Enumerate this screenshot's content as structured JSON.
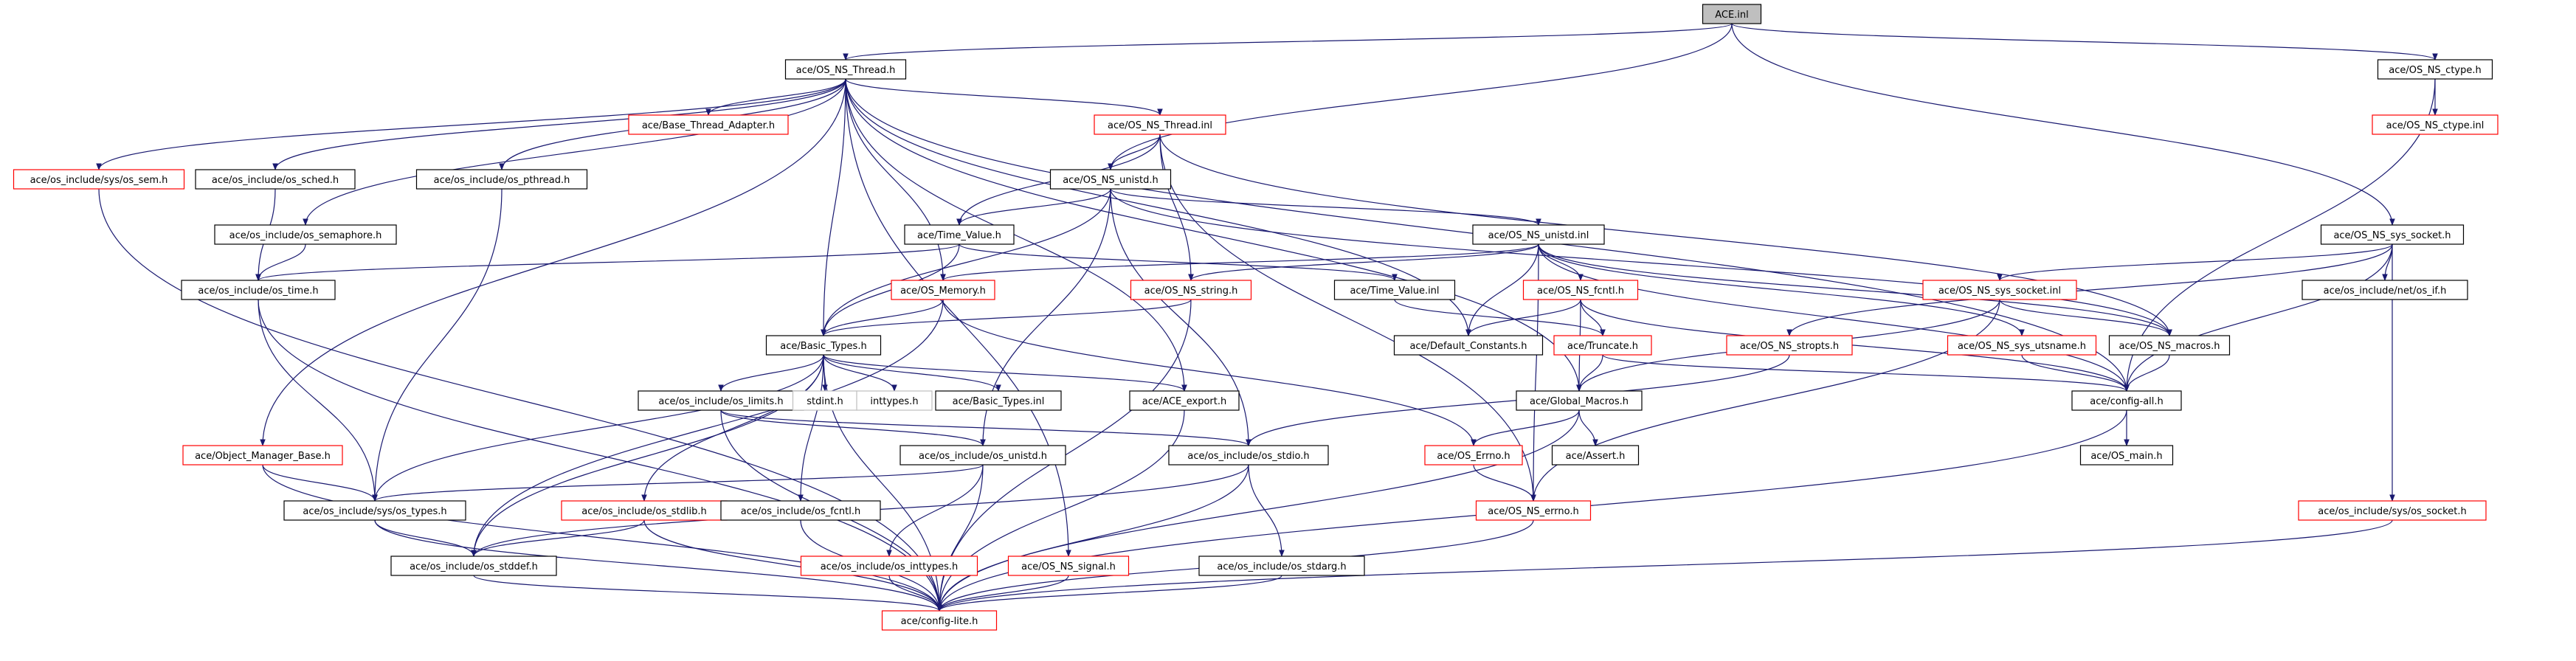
{
  "graph": {
    "root": "ace/ACE.inl",
    "colors": {
      "edge": "#191970",
      "node_border": "#000000",
      "missing_border": "#ff0000",
      "external_border": "#bfbfbf",
      "text": "#000000",
      "root_fill": "#bfbfbf",
      "fill": "#ffffff"
    },
    "nodes": [
      {
        "id": "ace_inl",
        "label": "ACE.inl",
        "kind": "root"
      },
      {
        "id": "thread_h",
        "label": "ace/OS_NS_Thread.h",
        "kind": "normal"
      },
      {
        "id": "ctype_h",
        "label": "ace/OS_NS_ctype.h",
        "kind": "normal"
      },
      {
        "id": "ctype_inl",
        "label": "ace/OS_NS_ctype.inl",
        "kind": "missing"
      },
      {
        "id": "base_thread",
        "label": "ace/Base_Thread_Adapter.h",
        "kind": "missing"
      },
      {
        "id": "thread_inl",
        "label": "ace/OS_NS_Thread.inl",
        "kind": "missing"
      },
      {
        "id": "sys_os_sem",
        "label": "ace/os_include/sys/os_sem.h",
        "kind": "missing"
      },
      {
        "id": "os_sched",
        "label": "ace/os_include/os_sched.h",
        "kind": "normal"
      },
      {
        "id": "os_pthread",
        "label": "ace/os_include/os_pthread.h",
        "kind": "normal"
      },
      {
        "id": "os_semaphore",
        "label": "ace/os_include/os_semaphore.h",
        "kind": "normal"
      },
      {
        "id": "unistd_h",
        "label": "ace/OS_NS_unistd.h",
        "kind": "normal"
      },
      {
        "id": "time_value_h",
        "label": "ace/Time_Value.h",
        "kind": "normal"
      },
      {
        "id": "os_time",
        "label": "ace/os_include/os_time.h",
        "kind": "normal"
      },
      {
        "id": "unistd_inl",
        "label": "ace/OS_NS_unistd.inl",
        "kind": "normal"
      },
      {
        "id": "sys_socket_h",
        "label": "ace/OS_NS_sys_socket.h",
        "kind": "normal"
      },
      {
        "id": "os_memory",
        "label": "ace/OS_Memory.h",
        "kind": "missing"
      },
      {
        "id": "string_h",
        "label": "ace/OS_NS_string.h",
        "kind": "missing"
      },
      {
        "id": "time_value_inl",
        "label": "ace/Time_Value.inl",
        "kind": "normal"
      },
      {
        "id": "fcntl_h",
        "label": "ace/OS_NS_fcntl.h",
        "kind": "missing"
      },
      {
        "id": "sys_socket_inl",
        "label": "ace/OS_NS_sys_socket.inl",
        "kind": "missing"
      },
      {
        "id": "net_os_if",
        "label": "ace/os_include/net/os_if.h",
        "kind": "normal"
      },
      {
        "id": "default_constants",
        "label": "ace/Default_Constants.h",
        "kind": "normal"
      },
      {
        "id": "basic_types_h",
        "label": "ace/Basic_Types.h",
        "kind": "normal"
      },
      {
        "id": "stropts_h",
        "label": "ace/OS_NS_stropts.h",
        "kind": "missing"
      },
      {
        "id": "truncate_h",
        "label": "ace/Truncate.h",
        "kind": "missing"
      },
      {
        "id": "utsname_h",
        "label": "ace/OS_NS_sys_utsname.h",
        "kind": "missing"
      },
      {
        "id": "macros_h",
        "label": "ace/OS_NS_macros.h",
        "kind": "normal"
      },
      {
        "id": "os_limits",
        "label": "ace/os_include/os_limits.h",
        "kind": "normal"
      },
      {
        "id": "stdint_h",
        "label": "stdint.h",
        "kind": "external"
      },
      {
        "id": "inttypes_h",
        "label": "inttypes.h",
        "kind": "external"
      },
      {
        "id": "basic_types_inl",
        "label": "ace/Basic_Types.inl",
        "kind": "normal"
      },
      {
        "id": "ace_export",
        "label": "ace/ACE_export.h",
        "kind": "normal"
      },
      {
        "id": "global_macros",
        "label": "ace/Global_Macros.h",
        "kind": "normal"
      },
      {
        "id": "config_all",
        "label": "ace/config-all.h",
        "kind": "normal"
      },
      {
        "id": "object_manager_base",
        "label": "ace/Object_Manager_Base.h",
        "kind": "missing"
      },
      {
        "id": "os_unistd",
        "label": "ace/os_include/os_unistd.h",
        "kind": "normal"
      },
      {
        "id": "os_stdio",
        "label": "ace/os_include/os_stdio.h",
        "kind": "normal"
      },
      {
        "id": "os_errno_h",
        "label": "ace/OS_Errno.h",
        "kind": "missing"
      },
      {
        "id": "ace_assert",
        "label": "ace/Assert.h",
        "kind": "normal"
      },
      {
        "id": "os_main",
        "label": "ace/OS_main.h",
        "kind": "normal"
      },
      {
        "id": "sys_os_types",
        "label": "ace/os_include/sys/os_types.h",
        "kind": "normal"
      },
      {
        "id": "os_stdlib",
        "label": "ace/os_include/os_stdlib.h",
        "kind": "missing"
      },
      {
        "id": "os_fcntl",
        "label": "ace/os_include/os_fcntl.h",
        "kind": "normal"
      },
      {
        "id": "ns_errno",
        "label": "ace/OS_NS_errno.h",
        "kind": "missing"
      },
      {
        "id": "sys_os_socket",
        "label": "ace/os_include/sys/os_socket.h",
        "kind": "missing"
      },
      {
        "id": "os_stddef",
        "label": "ace/os_include/os_stddef.h",
        "kind": "normal"
      },
      {
        "id": "os_inttypes",
        "label": "ace/os_include/os_inttypes.h",
        "kind": "missing"
      },
      {
        "id": "ns_signal",
        "label": "ace/OS_NS_signal.h",
        "kind": "missing"
      },
      {
        "id": "os_stdarg",
        "label": "ace/os_include/os_stdarg.h",
        "kind": "normal"
      },
      {
        "id": "config_lite",
        "label": "ace/config-lite.h",
        "kind": "missing"
      }
    ],
    "edges": [
      [
        "ace_inl",
        "thread_h"
      ],
      [
        "ace_inl",
        "ctype_h"
      ],
      [
        "ace_inl",
        "unistd_h"
      ],
      [
        "ace_inl",
        "sys_socket_h"
      ],
      [
        "ctype_h",
        "ctype_inl"
      ],
      [
        "ctype_h",
        "config_all"
      ],
      [
        "thread_h",
        "base_thread"
      ],
      [
        "thread_h",
        "thread_inl"
      ],
      [
        "thread_h",
        "sys_os_sem"
      ],
      [
        "thread_h",
        "os_sched"
      ],
      [
        "thread_h",
        "os_pthread"
      ],
      [
        "thread_h",
        "os_semaphore"
      ],
      [
        "thread_h",
        "basic_types_h"
      ],
      [
        "thread_h",
        "os_memory"
      ],
      [
        "thread_h",
        "ace_export"
      ],
      [
        "thread_h",
        "default_constants"
      ],
      [
        "thread_h",
        "global_macros"
      ],
      [
        "thread_h",
        "config_all"
      ],
      [
        "thread_h",
        "object_manager_base"
      ],
      [
        "thread_h",
        "ns_signal"
      ],
      [
        "thread_inl",
        "unistd_h"
      ],
      [
        "thread_inl",
        "time_value_h"
      ],
      [
        "thread_inl",
        "string_h"
      ],
      [
        "thread_inl",
        "ns_errno"
      ],
      [
        "thread_inl",
        "macros_h"
      ],
      [
        "os_sched",
        "os_time"
      ],
      [
        "os_semaphore",
        "os_time"
      ],
      [
        "os_pthread",
        "sys_os_types"
      ],
      [
        "sys_os_sem",
        "config_lite"
      ],
      [
        "unistd_h",
        "time_value_h"
      ],
      [
        "unistd_h",
        "basic_types_h"
      ],
      [
        "unistd_h",
        "unistd_inl"
      ],
      [
        "unistd_h",
        "os_unistd"
      ],
      [
        "unistd_h",
        "os_stdio"
      ],
      [
        "unistd_h",
        "macros_h"
      ],
      [
        "time_value_h",
        "os_time"
      ],
      [
        "time_value_h",
        "time_value_inl"
      ],
      [
        "time_value_h",
        "basic_types_h"
      ],
      [
        "os_time",
        "sys_os_types"
      ],
      [
        "os_time",
        "config_lite"
      ],
      [
        "unistd_inl",
        "os_memory"
      ],
      [
        "unistd_inl",
        "string_h"
      ],
      [
        "unistd_inl",
        "fcntl_h"
      ],
      [
        "unistd_inl",
        "default_constants"
      ],
      [
        "unistd_inl",
        "utsname_h"
      ],
      [
        "unistd_inl",
        "macros_h"
      ],
      [
        "unistd_inl",
        "ns_errno"
      ],
      [
        "unistd_inl",
        "config_all"
      ],
      [
        "time_value_inl",
        "truncate_h"
      ],
      [
        "sys_socket_h",
        "sys_socket_inl"
      ],
      [
        "sys_socket_h",
        "net_os_if"
      ],
      [
        "sys_socket_h",
        "stropts_h"
      ],
      [
        "sys_socket_h",
        "config_all"
      ],
      [
        "sys_socket_h",
        "sys_os_socket"
      ],
      [
        "sys_socket_inl",
        "macros_h"
      ],
      [
        "sys_socket_inl",
        "global_macros"
      ],
      [
        "sys_socket_inl",
        "ns_errno"
      ],
      [
        "os_memory",
        "basic_types_h"
      ],
      [
        "os_memory",
        "os_stddef"
      ],
      [
        "os_memory",
        "os_errno_h"
      ],
      [
        "string_h",
        "basic_types_h"
      ],
      [
        "string_h",
        "config_lite"
      ],
      [
        "fcntl_h",
        "default_constants"
      ],
      [
        "fcntl_h",
        "truncate_h"
      ],
      [
        "fcntl_h",
        "global_macros"
      ],
      [
        "fcntl_h",
        "config_all"
      ],
      [
        "basic_types_h",
        "os_limits"
      ],
      [
        "basic_types_h",
        "stdint_h"
      ],
      [
        "basic_types_h",
        "inttypes_h"
      ],
      [
        "basic_types_h",
        "basic_types_inl"
      ],
      [
        "basic_types_h",
        "ace_export"
      ],
      [
        "basic_types_h",
        "sys_os_types"
      ],
      [
        "basic_types_h",
        "os_stdlib"
      ],
      [
        "basic_types_h",
        "os_fcntl"
      ],
      [
        "basic_types_h",
        "os_stddef"
      ],
      [
        "basic_types_h",
        "config_lite"
      ],
      [
        "stropts_h",
        "os_stdio"
      ],
      [
        "truncate_h",
        "global_macros"
      ],
      [
        "truncate_h",
        "config_all"
      ],
      [
        "utsname_h",
        "config_all"
      ],
      [
        "macros_h",
        "config_all"
      ],
      [
        "os_limits",
        "os_unistd"
      ],
      [
        "os_limits",
        "os_stdio"
      ],
      [
        "os_limits",
        "config_lite"
      ],
      [
        "ace_export",
        "config_lite"
      ],
      [
        "global_macros",
        "os_errno_h"
      ],
      [
        "global_macros",
        "ace_assert"
      ],
      [
        "global_macros",
        "config_lite"
      ],
      [
        "config_all",
        "os_main"
      ],
      [
        "config_all",
        "config_lite"
      ],
      [
        "object_manager_base",
        "sys_os_types"
      ],
      [
        "object_manager_base",
        "config_lite"
      ],
      [
        "os_unistd",
        "sys_os_types"
      ],
      [
        "os_unistd",
        "os_inttypes"
      ],
      [
        "os_unistd",
        "config_lite"
      ],
      [
        "os_stdio",
        "os_stddef"
      ],
      [
        "os_stdio",
        "os_stdarg"
      ],
      [
        "os_stdio",
        "config_lite"
      ],
      [
        "os_errno_h",
        "ns_errno"
      ],
      [
        "sys_os_types",
        "os_stddef"
      ],
      [
        "sys_os_types",
        "config_lite"
      ],
      [
        "os_stdlib",
        "os_stddef"
      ],
      [
        "os_stdlib",
        "config_lite"
      ],
      [
        "os_fcntl",
        "config_lite"
      ],
      [
        "ns_errno",
        "config_lite"
      ],
      [
        "sys_os_socket",
        "config_lite"
      ],
      [
        "os_stddef",
        "config_lite"
      ],
      [
        "os_inttypes",
        "config_lite"
      ],
      [
        "ns_signal",
        "config_lite"
      ],
      [
        "os_stdarg",
        "config_lite"
      ]
    ]
  }
}
